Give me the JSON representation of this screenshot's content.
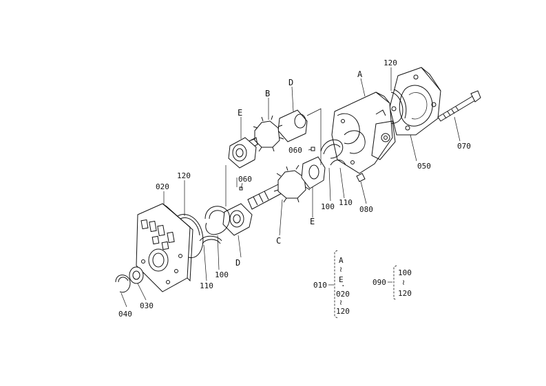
{
  "labels": {
    "A": "A",
    "B": "B",
    "C": "C",
    "D_upper": "D",
    "D_lower": "D",
    "E_upper": "E",
    "E_lower": "E",
    "p020": "020",
    "p030": "030",
    "p040": "040",
    "p050": "050",
    "p060_a": "060",
    "p060_b": "060",
    "p070": "070",
    "p080": "080",
    "p100_a": "100",
    "p100_b": "100",
    "p110_a": "110",
    "p110_b": "110",
    "p120_a": "120",
    "p120_b": "120"
  },
  "legend_010": {
    "code": "010",
    "items": [
      "A",
      "E",
      "020",
      "120"
    ]
  },
  "legend_090": {
    "code": "090",
    "items": [
      "100",
      "120"
    ]
  }
}
